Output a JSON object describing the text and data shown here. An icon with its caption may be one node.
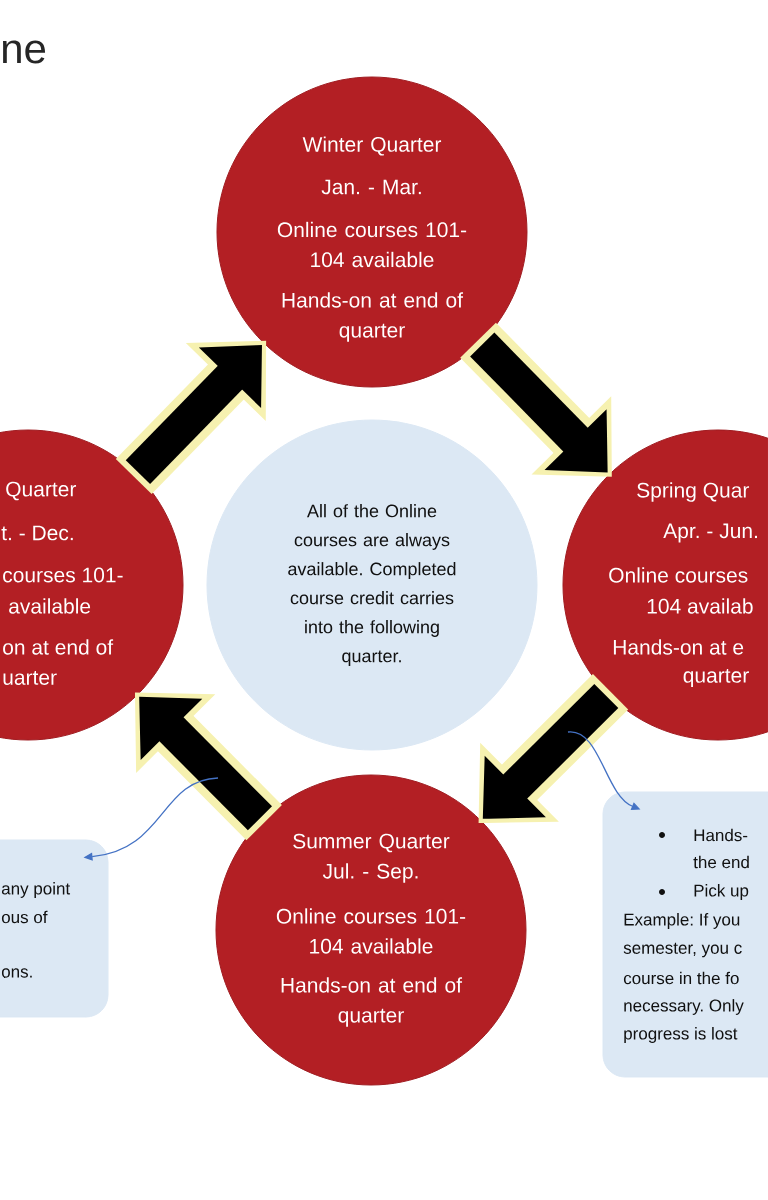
{
  "diagram": {
    "title": "ne",
    "nodes": [
      {
        "text": [
          "Winter Quarter",
          "Jan. - Mar.",
          "Online courses 101- 104 available",
          "Hands-on at end of quarter"
        ]
      },
      {
        "text": [
          "Quarter",
          "t. - Dec.",
          "courses 101-",
          "available",
          "on at end of",
          "uarter"
        ]
      },
      {
        "text": [
          "All of the Online courses are always available. Completed course credit carries into the following quarter."
        ]
      },
      {
        "text": [
          "Spring Quar",
          "Apr. - Jun.",
          "Online courses",
          "104 availab",
          "Hands-on at e",
          "quarter"
        ]
      },
      {
        "text": [
          "any point",
          "ous of",
          "ons."
        ]
      },
      {
        "text": [
          "Summer Quarter",
          "Jul. - Sep.",
          "Online courses 101- 104 available",
          "Hands-on at end of quarter"
        ]
      },
      {
        "text": [
          "Hands-",
          "the end",
          "Pick up",
          "Example: If you",
          "semester, you c",
          "course in the fo",
          "necessary. Only",
          "progress is lost"
        ]
      }
    ],
    "edges": [
      {
        "from": 1,
        "to": 0,
        "arrow": "to"
      },
      {
        "from": 0,
        "to": 3,
        "arrow": "to"
      },
      {
        "from": 3,
        "to": 5,
        "arrow": "to"
      },
      {
        "from": 5,
        "to": 1,
        "arrow": "to"
      },
      {
        "from": null,
        "to": 4,
        "arrow": "to",
        "color": "#4472c4"
      },
      {
        "from": null,
        "to": 6,
        "arrow": "to",
        "color": "#4472c4"
      }
    ]
  }
}
